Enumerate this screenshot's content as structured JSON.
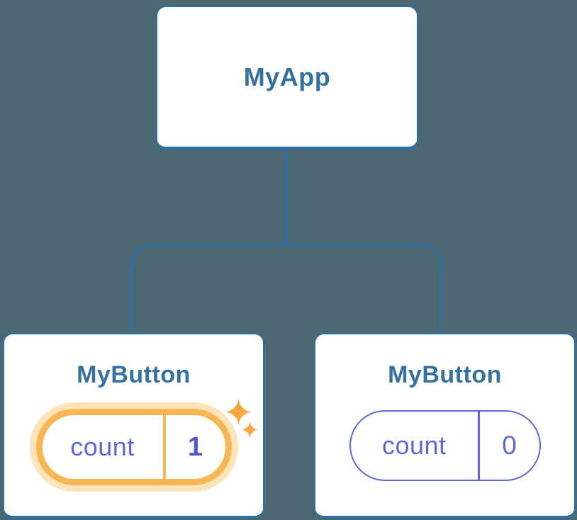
{
  "colors": {
    "bg": "#4b6771",
    "stroke": "#2e6fa7",
    "title": "#35719f",
    "indigo": "#5c68d8",
    "indigoBold": "#4f5ad0",
    "orange": "#f7b654",
    "orangeHalo": "#fce4b8",
    "sparkle": "#f6a842",
    "card": "#ffffff"
  },
  "diagram": {
    "root": {
      "label": "MyApp"
    },
    "children": [
      {
        "label": "MyButton",
        "state": {
          "key": "count",
          "value": "1"
        },
        "highlighted": true,
        "highlight_icon": "sparkles"
      },
      {
        "label": "MyButton",
        "state": {
          "key": "count",
          "value": "0"
        },
        "highlighted": false
      }
    ]
  }
}
